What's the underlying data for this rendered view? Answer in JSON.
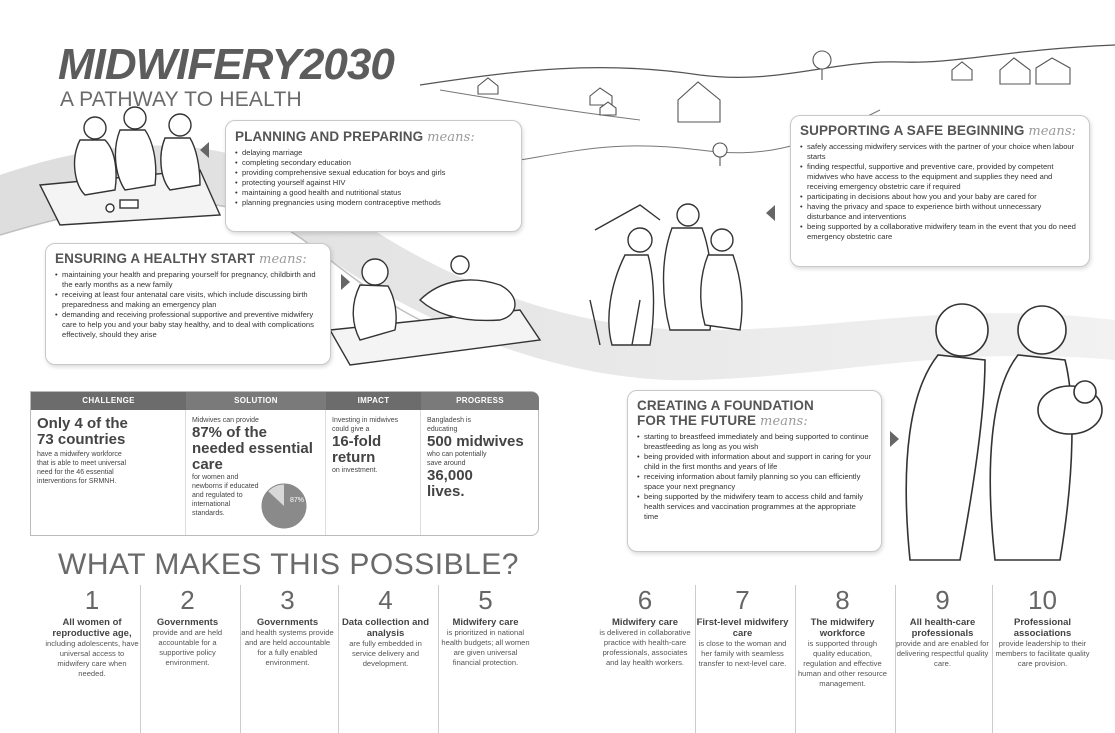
{
  "header": {
    "title": "MIDWIFERY2030",
    "subtitle": "A PATHWAY TO HEALTH"
  },
  "planning": {
    "title": "PLANNING AND PREPARING",
    "means": "means:",
    "items": [
      "delaying marriage",
      "completing secondary education",
      "providing comprehensive sexual education for boys and girls",
      "protecting yourself against HIV",
      "maintaining a good health and nutritional status",
      "planning pregnancies using modern contraceptive methods"
    ]
  },
  "safe_beginning": {
    "title": "SUPPORTING A SAFE BEGINNING",
    "means": "means:",
    "items": [
      "safely accessing midwifery services with the partner of your choice when labour starts",
      "finding respectful, supportive and preventive care, provided by competent midwives who have access to the equipment and supplies they need and receiving emergency obstetric care if required",
      "participating in decisions about how you and your baby are cared for",
      "having the privacy and space to experience birth without unnecessary disturbance and interventions",
      "being supported by a collaborative midwifery team in the event that you do need emergency obstetric care"
    ]
  },
  "healthy_start": {
    "title": "ENSURING A HEALTHY START",
    "means": "means:",
    "items": [
      "maintaining your health and preparing yourself for pregnancy, childbirth and the early months as a new family",
      "receiving at least four antenatal care visits, which include discussing birth preparedness and making an emergency plan",
      "demanding and receiving professional supportive and preventive midwifery care to help you and your baby stay healthy, and to deal with complications effectively, should they arise"
    ]
  },
  "foundation": {
    "title1": "CREATING A FOUNDATION",
    "title2": "FOR THE FUTURE",
    "means": "means:",
    "items": [
      "starting to breastfeed immediately and being supported to continue breastfeeding as long as you wish",
      "being provided with information about and support in caring for your child in the first months and years of life",
      "receiving information about family planning so you can efficiently space your next pregnancy",
      "being supported by the midwifery team to access child and family health services and vaccination programmes at the appropriate time"
    ]
  },
  "stats": {
    "headers": [
      "CHALLENGE",
      "SOLUTION",
      "IMPACT",
      "PROGRESS"
    ],
    "challenge": {
      "big": "Only 4 of the 73 countries",
      "small": "have a midwifery workforce that is able to meet universal need for the 46 essential interventions for SRMNH."
    },
    "solution": {
      "pre": "Midwives can provide",
      "big": "87% of the needed essential care",
      "small": "for women and newborns if educated and regulated to international standards.",
      "pie_label": "87%",
      "pie_value": 87
    },
    "impact": {
      "pre": "Investing in midwives could give a",
      "big": "16-fold return",
      "small": "on investment."
    },
    "progress": {
      "pre": "Bangladesh is educating",
      "big": "500 midwives",
      "small": "who can potentially save around",
      "big2": "36,000 lives."
    }
  },
  "possible": {
    "title": "WHAT MAKES THIS POSSIBLE?",
    "items": [
      {
        "num": "1",
        "lead": "All women of reproductive age,",
        "rest": "including adolescents, have universal access to midwifery care when needed."
      },
      {
        "num": "2",
        "lead": "Governments",
        "rest": "provide and are held accountable for a supportive policy environment."
      },
      {
        "num": "3",
        "lead": "Governments",
        "rest": "and health systems provide and are held accountable for a fully enabled environment."
      },
      {
        "num": "4",
        "lead": "Data collection and analysis",
        "rest": "are fully embedded in service delivery and development."
      },
      {
        "num": "5",
        "lead": "Midwifery care",
        "rest": "is prioritized in national health budgets; all women are given universal financial protection."
      },
      {
        "num": "6",
        "lead": "Midwifery care",
        "rest": "is delivered in collaborative practice with health-care professionals, associates and lay health workers."
      },
      {
        "num": "7",
        "lead": "First-level midwifery care",
        "rest": "is close to the woman and her family with seamless transfer to next-level care."
      },
      {
        "num": "8",
        "lead": "The midwifery workforce",
        "rest": "is supported through quality education, regulation and effective human and other resource management."
      },
      {
        "num": "9",
        "lead": "All health-care professionals",
        "rest": "provide and are enabled for delivering respectful quality care."
      },
      {
        "num": "10",
        "lead": "Professional associations",
        "rest": "provide leadership to their members to facilitate quality care provision."
      }
    ]
  }
}
